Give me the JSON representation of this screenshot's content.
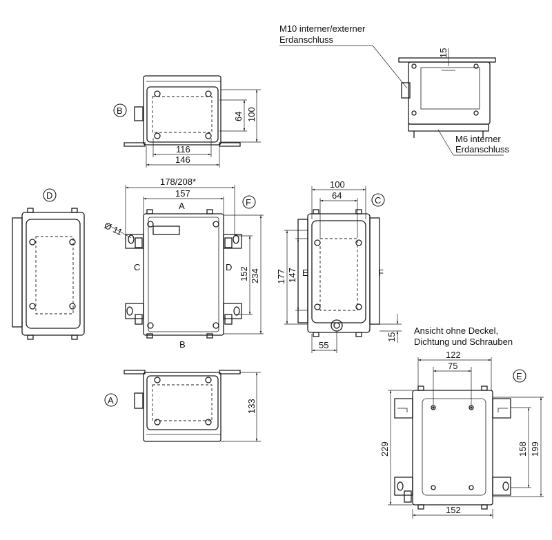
{
  "labels": {
    "m10_line1": "M10 interner/externer",
    "m10_line2": "Erdanschluss",
    "m6_line1": "M6 interner",
    "m6_line2": "Erdanschluss",
    "ansicht_line1": "Ansicht ohne Deckel,",
    "ansicht_line2": "Dichtung und Schrauben"
  },
  "view_markers": {
    "A": "A",
    "B": "B",
    "C": "C",
    "D": "D",
    "E": "E",
    "F": "F"
  },
  "side_letters": {
    "top": "A",
    "bottom": "B",
    "left": "C",
    "right": "D",
    "side_left": "E",
    "side_right": "F"
  },
  "dimensions": {
    "b_height_inner": "64",
    "b_height_outer": "100",
    "b_width_inner": "116",
    "b_width_outer": "146",
    "top_right_15": "15",
    "f_width_outer": "178/208*",
    "f_width_inner": "157",
    "f_hole": "Ø 11",
    "f_height_inner": "152",
    "f_height_outer": "234",
    "c_width_outer": "100",
    "c_width_inner": "64",
    "c_height_outer": "177",
    "c_height_inner": "147",
    "c_bottom_15": "15",
    "c_bottom_55": "55",
    "a_height": "133",
    "e_width_122": "122",
    "e_width_75": "75",
    "e_height_229": "229",
    "e_height_158": "158",
    "e_height_199": "199",
    "e_width_152": "152"
  },
  "colors": {
    "line": "#1a1a1a",
    "background": "#ffffff"
  }
}
